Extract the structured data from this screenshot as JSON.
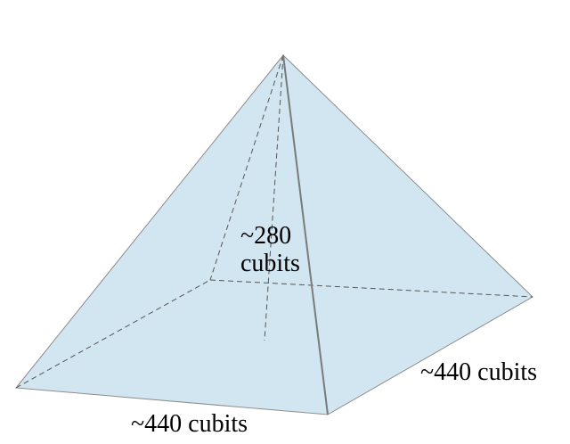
{
  "diagram": {
    "colors": {
      "face_fill": "#d2e6f2",
      "edge_stroke": "#8c8c8c",
      "hidden_edge_stroke": "#555555",
      "text": "#000000"
    },
    "labels": {
      "height_value": "~280",
      "height_unit": "cubits",
      "base_front": "~440 cubits",
      "base_side": "~440 cubits"
    }
  }
}
